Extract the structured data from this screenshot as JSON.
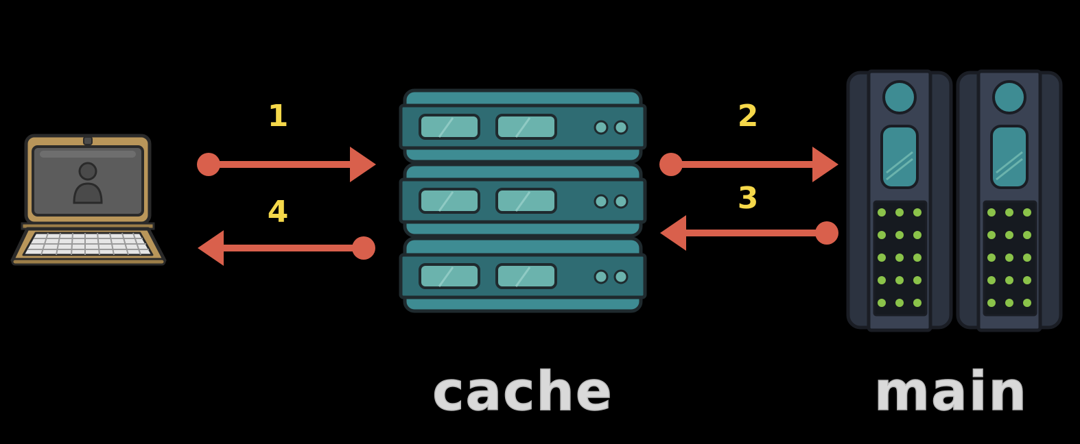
{
  "steps": {
    "step1": "1",
    "step2": "2",
    "step3": "3",
    "step4": "4"
  },
  "labels": {
    "cache": "cache",
    "main": "main"
  },
  "nodes": {
    "client": "laptop-icon",
    "cache": "server-rack-icon",
    "main": "tower-server-icon"
  },
  "colors": {
    "background": "#000000",
    "arrow": "#d9604c",
    "step_number": "#f5d84a",
    "server_label": "#d9d9d9",
    "rack_teal": "#2f6c73",
    "tower_body": "#3a4253",
    "led": "#8bc34a"
  }
}
